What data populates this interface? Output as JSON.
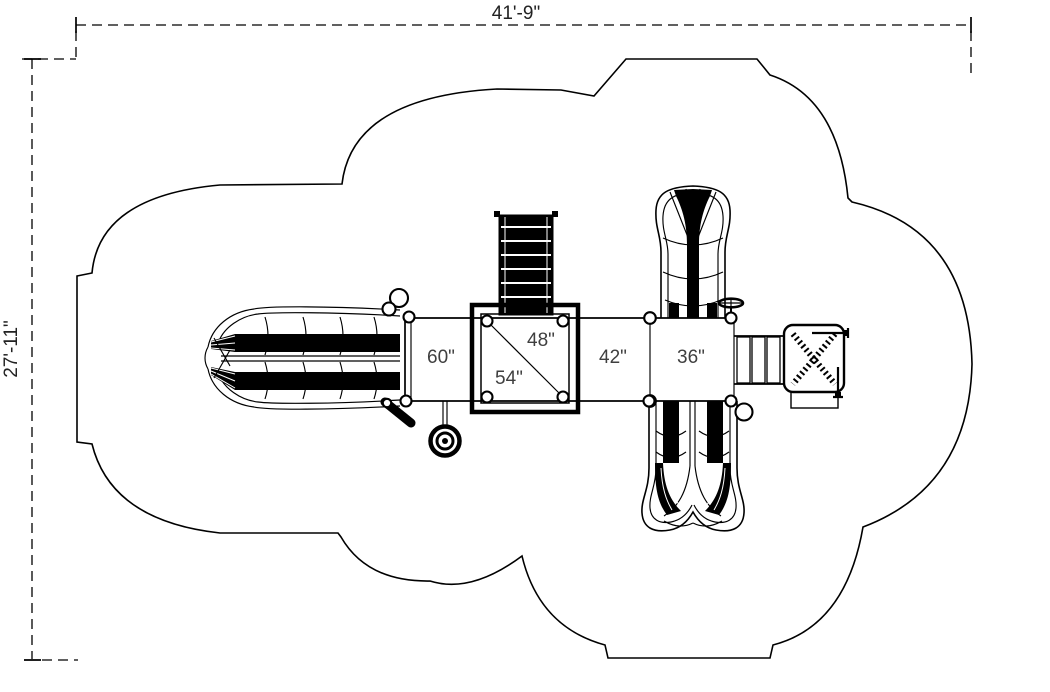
{
  "palette": {
    "background": "#ffffff",
    "line": "#000000",
    "dimension_text": "#222222",
    "deck_text": "#3f3f3f"
  },
  "dimension_annotations": {
    "overall_width_label": "41'-9\"",
    "overall_depth_label": "27'-11\""
  },
  "deck_labels": {
    "deck_60": "60\"",
    "platform_54": "54\"",
    "deck_48": "48\"",
    "deck_42": "42\"",
    "deck_36": "36\""
  },
  "icons": {
    "boundary": "use-zone-outline",
    "left_slide": "double-wave-slide-icon",
    "ramp": "climbing-ramp-icon",
    "upper_right_slide": "single-slide-icon",
    "lower_right_slide": "double-slide-icon",
    "steps": "perforated-steps-icon",
    "transfer_platform": "transfer-platform-icon",
    "wheel": "steering-wheel-icon",
    "drum": "drum-panel-icon",
    "climber": "climber-bar-icon",
    "periscope": "toy-scope-icon",
    "ball": "ball-post-icon"
  }
}
